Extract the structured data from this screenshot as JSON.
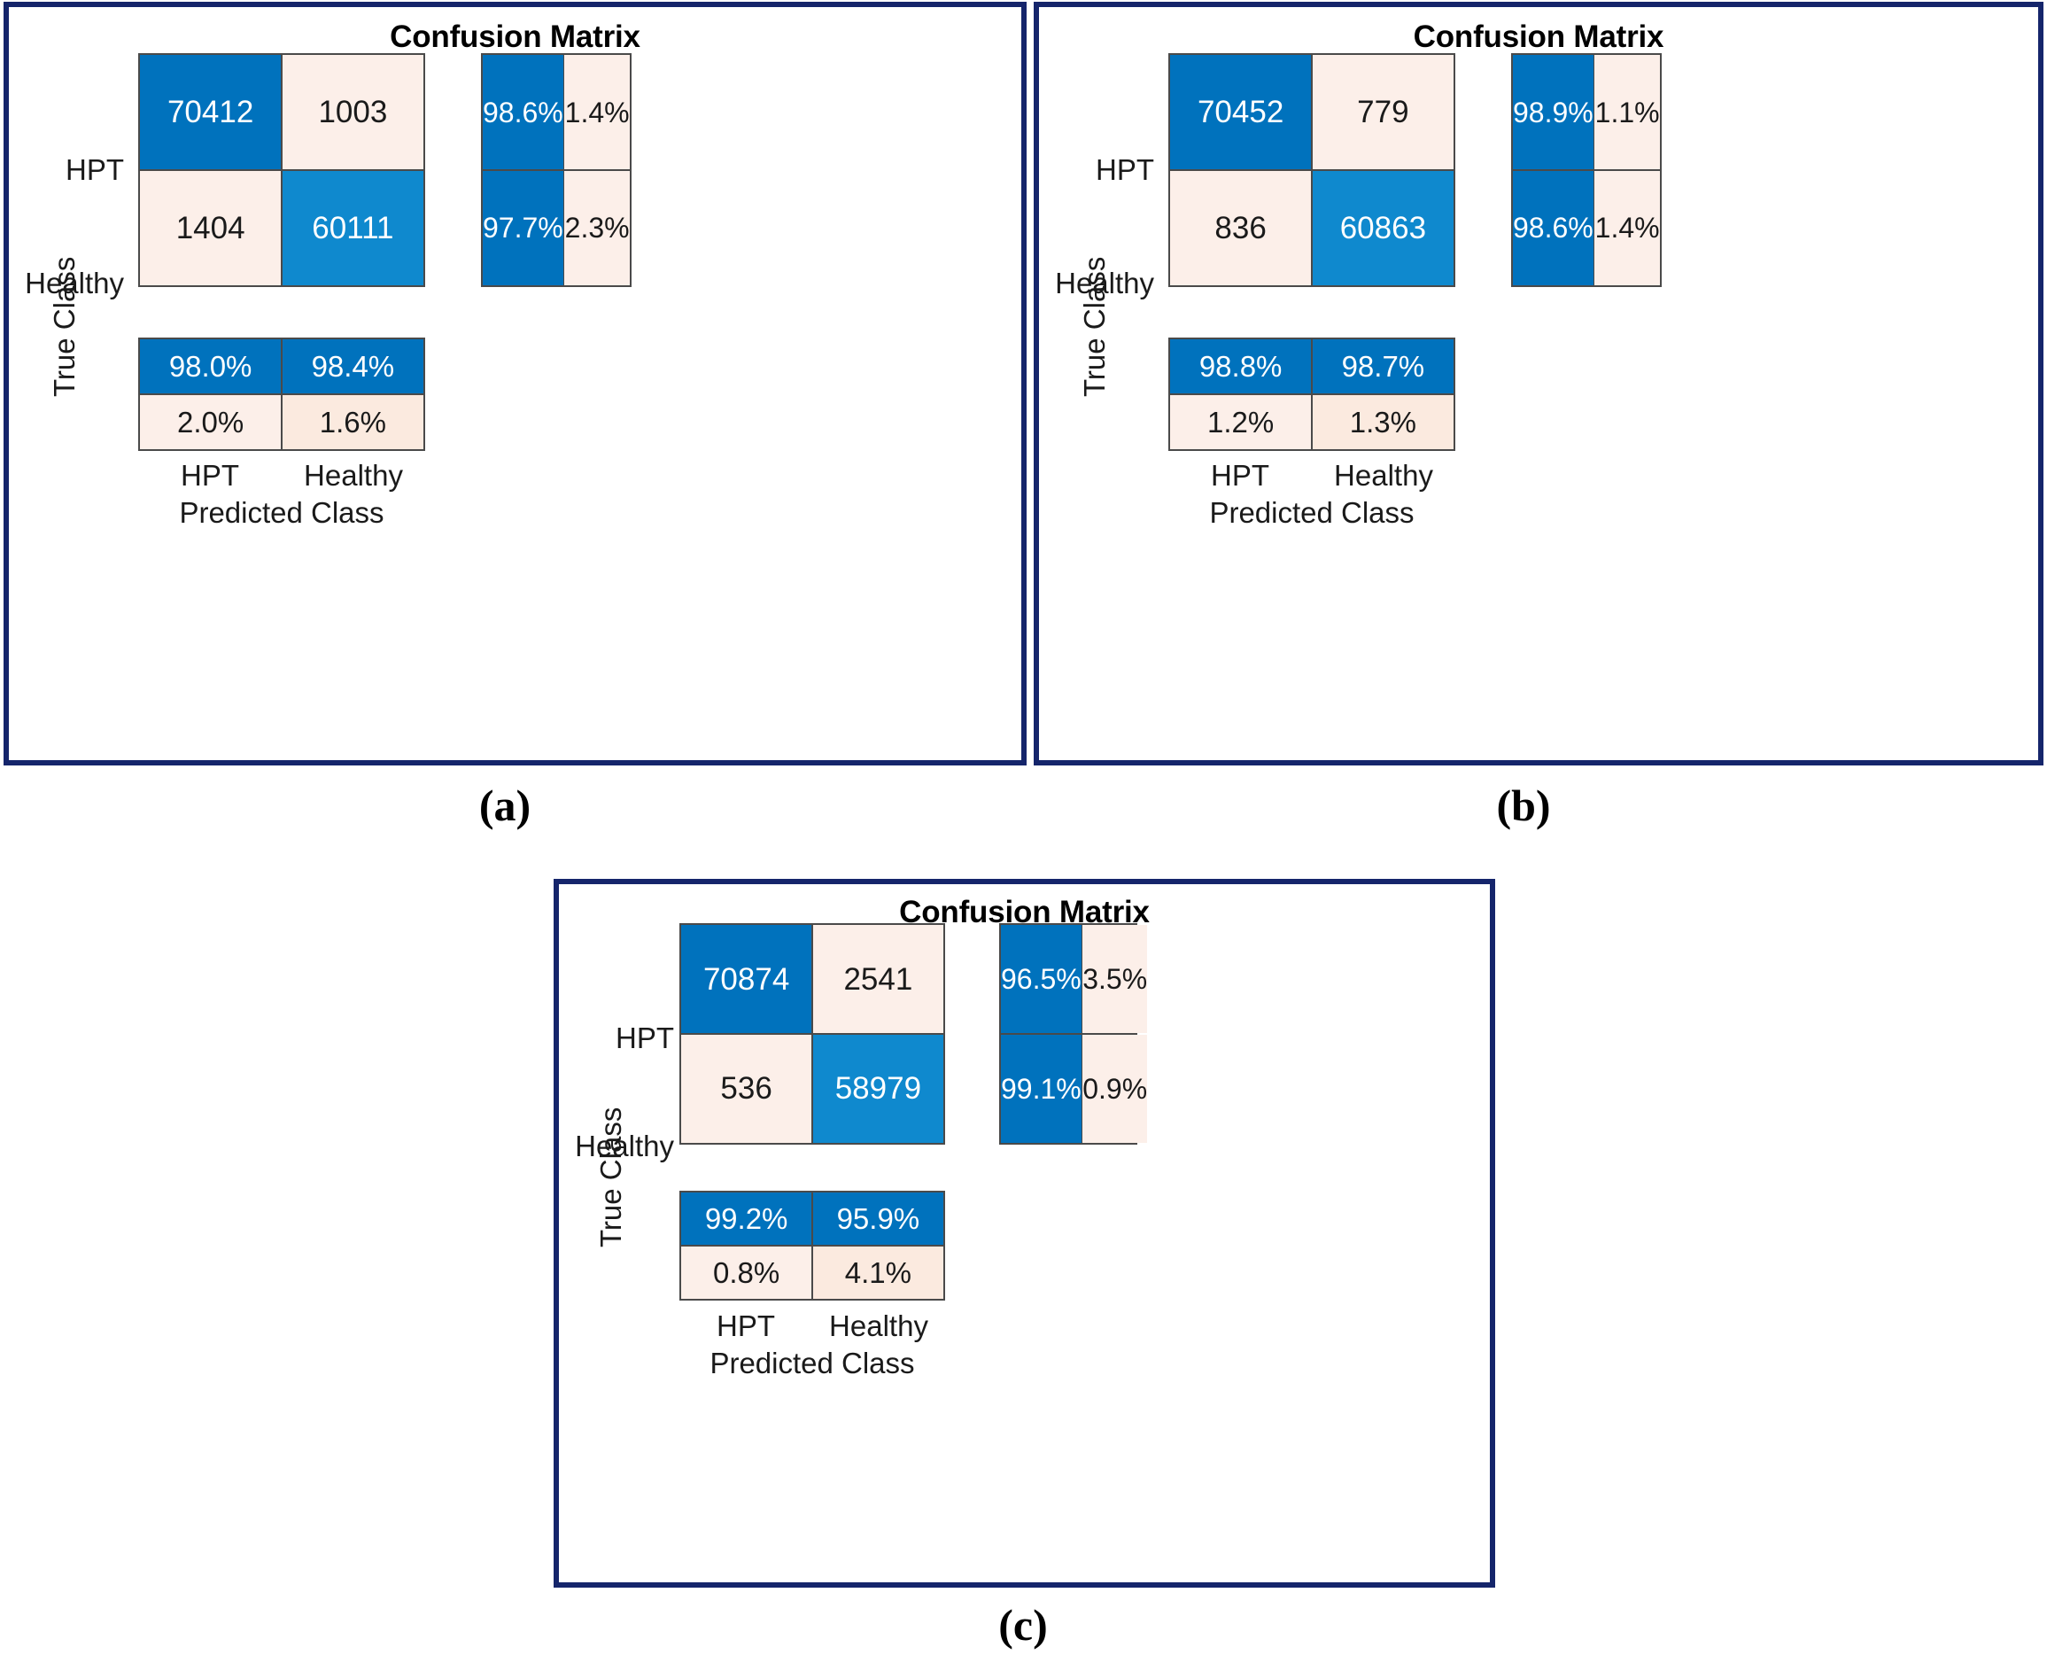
{
  "figure": {
    "subcaptions": {
      "a": "(a)",
      "b": "(b)",
      "c": "(c)"
    },
    "title": "Confusion Matrix",
    "axis": {
      "true_class": "True Class",
      "predicted_class": "Predicted Class"
    },
    "classes": [
      "HPT",
      "Healthy"
    ],
    "colors": {
      "panel_border": "#15256b",
      "cell_border": "#4a4a4a",
      "blue_dark": "#0072bd",
      "blue_mid": "#0083c7",
      "blue_light": "#0f89ce",
      "cream": "#fcefe9",
      "cream_alt": "#fbeadf",
      "text_on_blue": "#ffffff",
      "text_on_cream": "#1a1a1a"
    }
  },
  "chart_data": [
    {
      "type": "heatmap",
      "panel": "(a)",
      "title": "Confusion Matrix",
      "xlabel": "Predicted Class",
      "ylabel": "True Class",
      "categories": [
        "HPT",
        "Healthy"
      ],
      "matrix": [
        [
          70412,
          1003
        ],
        [
          1404,
          60111
        ]
      ],
      "cells": {
        "r0c0": "70412",
        "r0c1": "1003",
        "r1c0": "1404",
        "r1c1": "60111"
      },
      "row_percent": {
        "r0_correct": "98.6%",
        "r0_wrong": "1.4%",
        "r1_correct": "97.7%",
        "r1_wrong": "2.3%"
      },
      "col_percent": {
        "c0_correct": "98.0%",
        "c1_correct": "98.4%",
        "c0_wrong": "2.0%",
        "c1_wrong": "1.6%"
      }
    },
    {
      "type": "heatmap",
      "panel": "(b)",
      "title": "Confusion Matrix",
      "xlabel": "Predicted Class",
      "ylabel": "True Class",
      "categories": [
        "HPT",
        "Healthy"
      ],
      "matrix": [
        [
          70452,
          779
        ],
        [
          836,
          60863
        ]
      ],
      "cells": {
        "r0c0": "70452",
        "r0c1": "779",
        "r1c0": "836",
        "r1c1": "60863"
      },
      "row_percent": {
        "r0_correct": "98.9%",
        "r0_wrong": "1.1%",
        "r1_correct": "98.6%",
        "r1_wrong": "1.4%"
      },
      "col_percent": {
        "c0_correct": "98.8%",
        "c1_correct": "98.7%",
        "c0_wrong": "1.2%",
        "c1_wrong": "1.3%"
      }
    },
    {
      "type": "heatmap",
      "panel": "(c)",
      "title": "Confusion Matrix",
      "xlabel": "Predicted Class",
      "ylabel": "True Class",
      "categories": [
        "HPT",
        "Healthy"
      ],
      "matrix": [
        [
          70874,
          2541
        ],
        [
          536,
          58979
        ]
      ],
      "cells": {
        "r0c0": "70874",
        "r0c1": "2541",
        "r1c0": "536",
        "r1c1": "58979"
      },
      "row_percent": {
        "r0_correct": "96.5%",
        "r0_wrong": "3.5%",
        "r1_correct": "99.1%",
        "r1_wrong": "0.9%"
      },
      "col_percent": {
        "c0_correct": "99.2%",
        "c1_correct": "95.9%",
        "c0_wrong": "0.8%",
        "c1_wrong": "4.1%"
      }
    }
  ]
}
